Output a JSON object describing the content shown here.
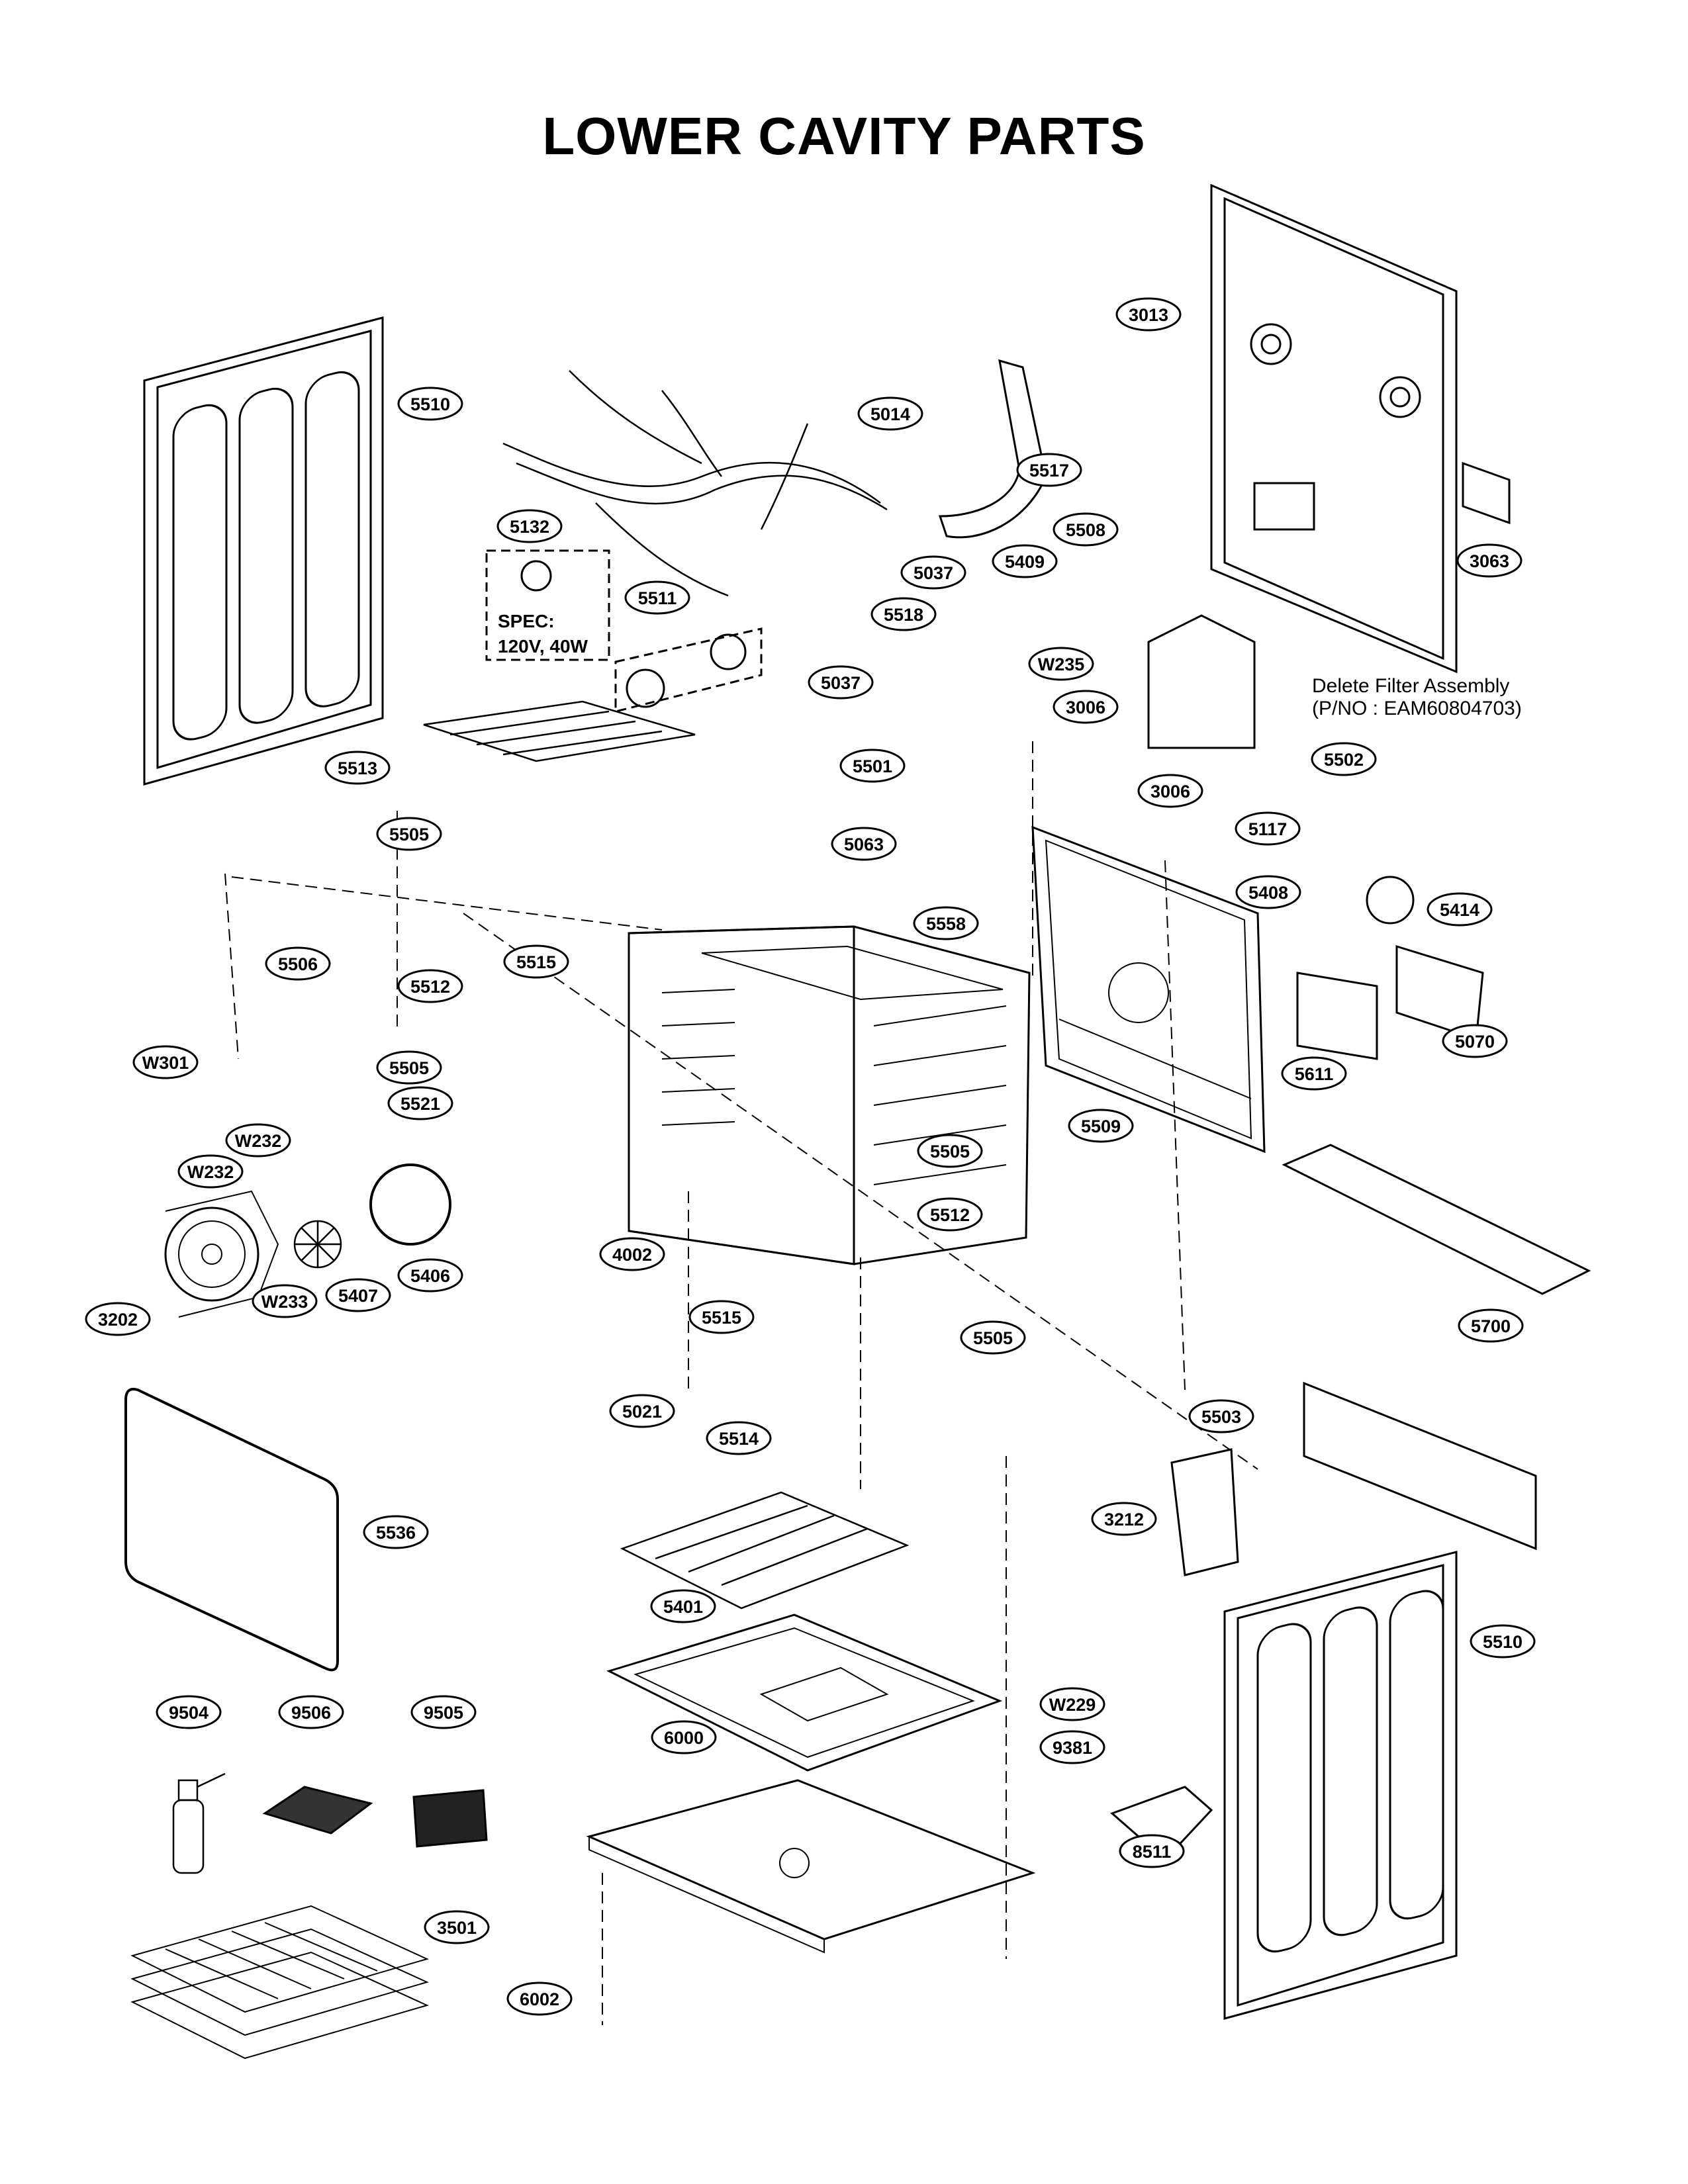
{
  "title": "LOWER CAVITY PARTS",
  "note": {
    "line1": "Delete Filter Assembly",
    "line2": "(P/NO : EAM60804703)"
  },
  "spec": {
    "line1": "SPEC:",
    "line2": "120V, 40W"
  },
  "callouts": [
    "3013",
    "5510",
    "5014",
    "5517",
    "3063",
    "5132",
    "5037",
    "5508",
    "5409",
    "5511",
    "5518",
    "W235",
    "5037",
    "3006",
    "5513",
    "5501",
    "3006",
    "5502",
    "5505",
    "5063",
    "5117",
    "5408",
    "5414",
    "5558",
    "5506",
    "5515",
    "5512",
    "5070",
    "5611",
    "W301",
    "5505",
    "5521",
    "5509",
    "W232",
    "W232",
    "5505",
    "5512",
    "3202",
    "W233",
    "5407",
    "5406",
    "4002",
    "5515",
    "5505",
    "5700",
    "5021",
    "5514",
    "5503",
    "3212",
    "5536",
    "5401",
    "5510",
    "9504",
    "9506",
    "9505",
    "6000",
    "W229",
    "9381",
    "3501",
    "8511",
    "6002"
  ]
}
